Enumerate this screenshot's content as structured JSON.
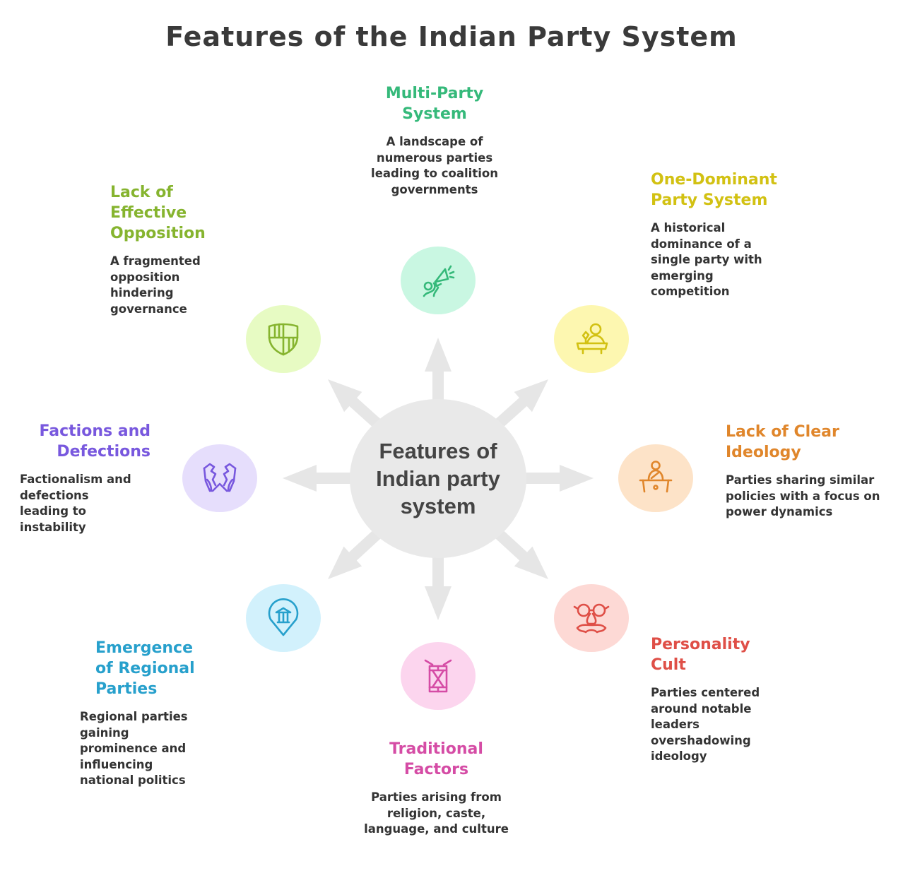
{
  "title": "Features of the Indian Party System",
  "center_label": "Features of Indian party system",
  "colors": {
    "arrow": "#e6e6e6",
    "center": "#e9e9e9"
  },
  "features": [
    {
      "id": "multi-party",
      "heading": "Multi-Party System",
      "description": "A landscape of numerous parties leading to coalition governments",
      "color": "#35b97a",
      "bg": "#c9f7e2",
      "icon": "megaphone-person-icon"
    },
    {
      "id": "one-dominant",
      "heading": "One-Dominant Party System",
      "description": "A historical dominance of a single party with emerging competition",
      "color": "#d2c112",
      "bg": "#fdf7b0",
      "icon": "speaker-podium-icon"
    },
    {
      "id": "lack-ideology",
      "heading": "Lack of Clear Ideology",
      "description": "Parties sharing similar policies with a focus on power dynamics",
      "color": "#e0862b",
      "bg": "#fde3c8",
      "icon": "person-desk-icon"
    },
    {
      "id": "personality-cult",
      "heading": "Personality Cult",
      "description": "Parties centered around notable leaders overshadowing ideology",
      "color": "#df4f47",
      "bg": "#fdd9d5",
      "icon": "disguise-glasses-icon"
    },
    {
      "id": "traditional",
      "heading": "Traditional Factors",
      "description": "Parties arising from religion, caste, language, and culture",
      "color": "#d54ca5",
      "bg": "#fcd5ee",
      "icon": "drum-icon"
    },
    {
      "id": "regional",
      "heading": "Emergence of Regional Parties",
      "description": "Regional parties gaining prominence and influencing national politics",
      "color": "#27a0cc",
      "bg": "#d2f1fc",
      "icon": "location-building-icon"
    },
    {
      "id": "factions",
      "heading": "Factions and Defections",
      "description": "Factionalism and defections leading to instability",
      "color": "#7858de",
      "bg": "#e6defc",
      "icon": "torn-map-hands-icon"
    },
    {
      "id": "opposition",
      "heading": "Lack of Effective Opposition",
      "description": "A fragmented opposition hindering governance",
      "color": "#86b42f",
      "bg": "#e7fbc3",
      "icon": "shield-icon"
    }
  ]
}
